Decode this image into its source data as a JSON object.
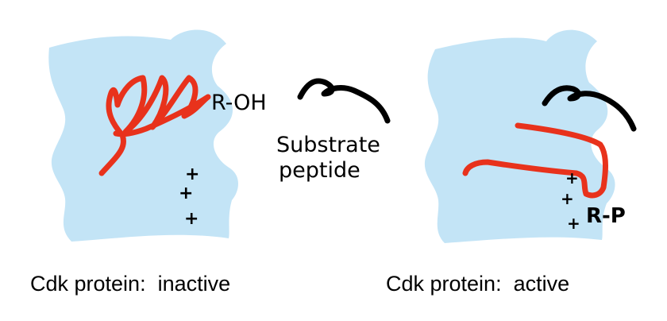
{
  "colors": {
    "protein_fill": "#c3e4f6",
    "chain_red": "#e8321c",
    "peptide_black": "#000000",
    "text": "#000000"
  },
  "inactive": {
    "caption": "Cdk protein:  inactive",
    "group_label": "R-OH",
    "charges": [
      "+",
      "+",
      "+"
    ]
  },
  "substrate": {
    "label_line1": "Substrate",
    "label_line2": "peptide"
  },
  "active": {
    "caption": "Cdk protein:  active",
    "group_label": "R-P",
    "charges": [
      "+",
      "+",
      "+"
    ]
  }
}
